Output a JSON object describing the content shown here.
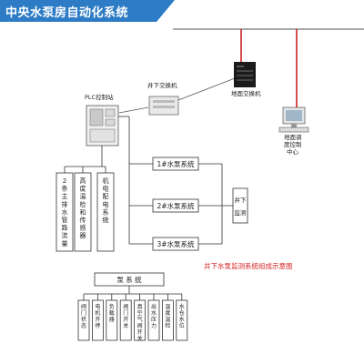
{
  "header": {
    "title": "中央水泵房自动化系统"
  },
  "network": {
    "surface_switch": "地面交换机",
    "underground_switch": "井下交换机",
    "plc_station": "PLC控制站",
    "control_center": [
      "地面调",
      "度控制",
      "中心"
    ]
  },
  "sensors": [
    {
      "lines": [
        "2",
        "条",
        "主",
        "排",
        "水",
        "管",
        "路",
        "流",
        "量"
      ]
    },
    {
      "lines": [
        "高",
        "度",
        "温",
        "检",
        "和",
        "传",
        "感",
        "器"
      ]
    },
    {
      "lines": [
        "机",
        "电",
        "配",
        "电",
        "系",
        "统"
      ]
    }
  ],
  "pumps": [
    "1#水泵系统",
    "2#水泵系统",
    "3#水泵系统"
  ],
  "monitor": {
    "lines": [
      "井下",
      "监测"
    ]
  },
  "caption": "井下水泵监测系统组成示意图",
  "pump_system": {
    "label": "泵 系 统",
    "items": [
      {
        "lines": [
          "阀",
          "门",
          "状",
          "态"
        ]
      },
      {
        "lines": [
          "电",
          "机",
          "开",
          "停"
        ]
      },
      {
        "lines": [
          "负",
          "载",
          "器"
        ]
      },
      {
        "lines": [
          "阀",
          "门",
          "开",
          "关"
        ]
      },
      {
        "lines": [
          "真",
          "空",
          "气",
          "阀",
          "开",
          "关"
        ]
      },
      {
        "lines": [
          "出",
          "水",
          "压",
          "力"
        ]
      },
      {
        "lines": [
          "温",
          "度",
          "温",
          "检"
        ]
      },
      {
        "lines": [
          "水",
          "仓",
          "水",
          "位"
        ]
      }
    ]
  }
}
